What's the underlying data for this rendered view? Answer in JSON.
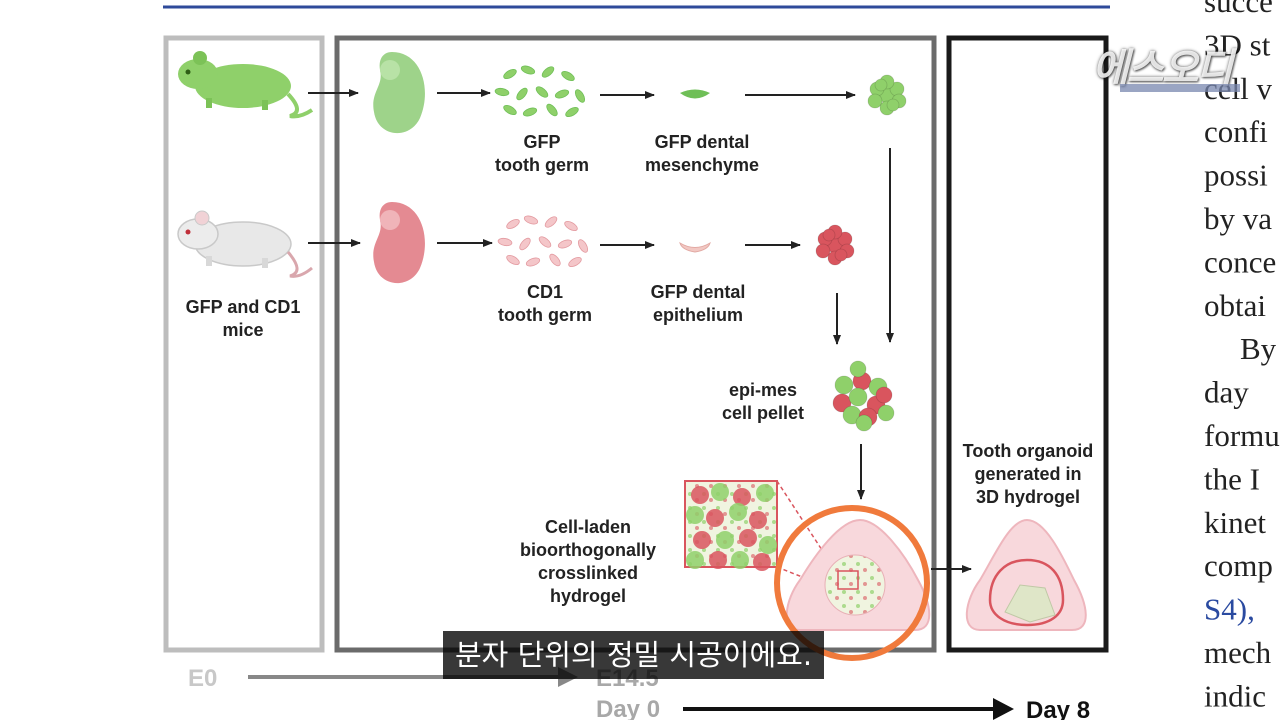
{
  "figure": {
    "labels": {
      "mice": [
        "GFP and CD1",
        "mice"
      ],
      "gfp_germ": [
        "GFP",
        "tooth germ"
      ],
      "gfp_mes": [
        "GFP dental",
        "mesenchyme"
      ],
      "cd1_germ": [
        "CD1",
        "tooth germ"
      ],
      "gfp_epi": [
        "GFP dental",
        "epithelium"
      ],
      "pellet": [
        "epi-mes",
        "cell pellet"
      ],
      "hydrogel": [
        "Cell-laden",
        "bioorthogonally",
        "crosslinked",
        "hydrogel"
      ],
      "organoid": [
        "Tooth organoid",
        "generated in",
        "3D hydrogel"
      ]
    },
    "timeline": {
      "e0": "E0",
      "e14": "E14.5",
      "day0": "Day 0",
      "day8": "Day 8"
    }
  },
  "side_text": [
    "succe",
    "3D st",
    "cell v",
    "confi",
    "possi",
    "by va",
    "conce",
    "obtai",
    "By",
    "day",
    "formu",
    "the I",
    "kinet",
    "comp",
    "S4),",
    "mech",
    "indic"
  ],
  "side_text_link_index": 14,
  "colors": {
    "green": "#8fd06a",
    "red": "#d9555e",
    "orange": "#f07a3c",
    "link": "#2a4aa0"
  },
  "subtitle": "분자 단위의 정밀 시공이에요.",
  "logo": "에스오디"
}
